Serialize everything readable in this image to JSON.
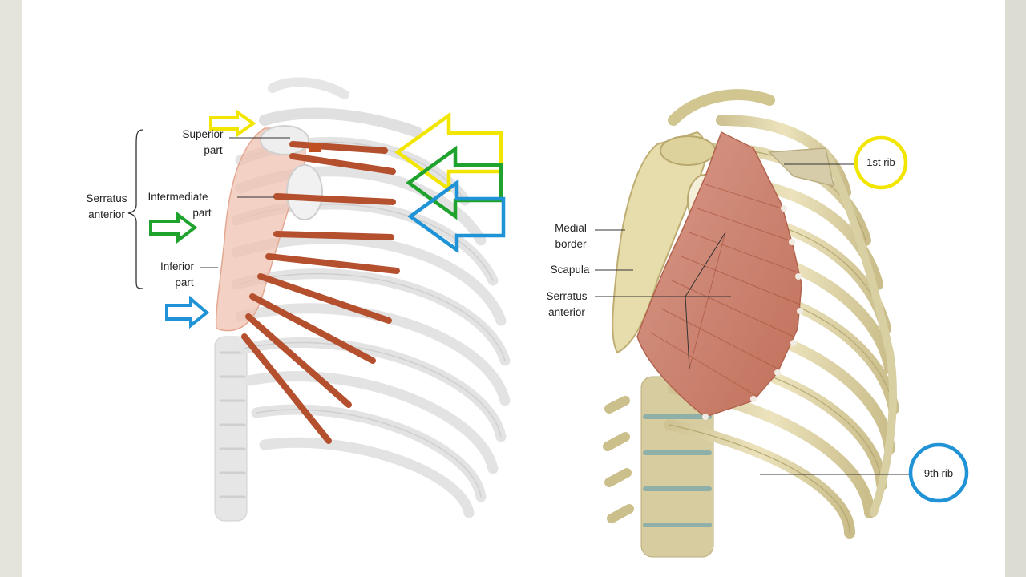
{
  "left_figure": {
    "group_label": [
      "Serratus",
      "anterior"
    ],
    "superior_label": [
      "Superior",
      "part"
    ],
    "intermediate_label": [
      "Intermediate",
      "part"
    ],
    "inferior_label": [
      "Inferior",
      "part"
    ]
  },
  "right_figure": {
    "medial_border_label": [
      "Medial",
      "border"
    ],
    "scapula_label": "Scapula",
    "serratus_label": [
      "Serratus",
      "anterior"
    ],
    "first_rib_label": "1st rib",
    "ninth_rib_label": "9th rib"
  },
  "colors": {
    "yellow": "#f2e600",
    "green": "#1fa22e",
    "blue": "#1f93d6",
    "muscle_left": "#b5502f",
    "muscle_right": "#c97f6a",
    "bone_left": "#e3e3e3",
    "bone_right": "#ddd3a8"
  },
  "icons": {
    "arrows": [
      "yellow-arrow-right",
      "yellow-arrow-left",
      "green-arrow-right",
      "green-arrow-left",
      "blue-arrow-right",
      "blue-arrow-left"
    ]
  }
}
